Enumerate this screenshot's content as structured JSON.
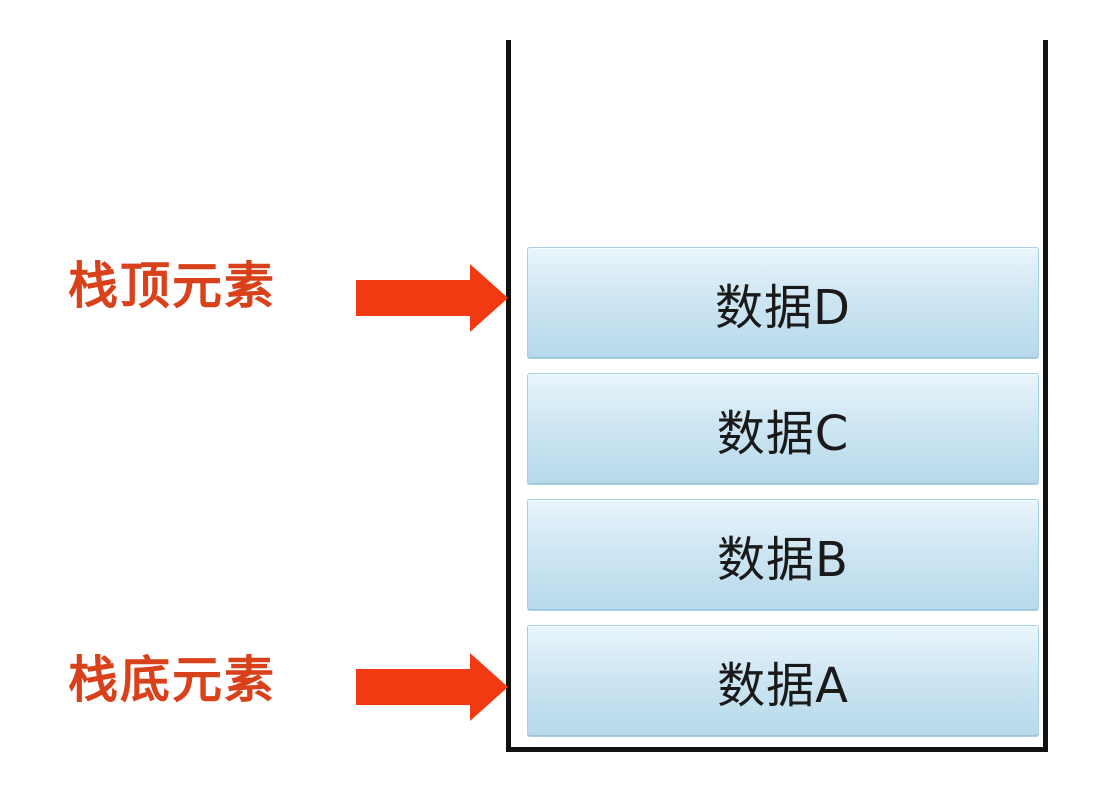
{
  "labels": {
    "top": "栈顶元素",
    "bottom": "栈底元素"
  },
  "stack": {
    "items": [
      {
        "label": "数据D"
      },
      {
        "label": "数据C"
      },
      {
        "label": "数据B"
      },
      {
        "label": "数据A"
      }
    ]
  },
  "colors": {
    "arrow": "#f13a12",
    "label": "#d9411b",
    "item_fill": "#cfe6f3",
    "container_border": "#111111"
  }
}
